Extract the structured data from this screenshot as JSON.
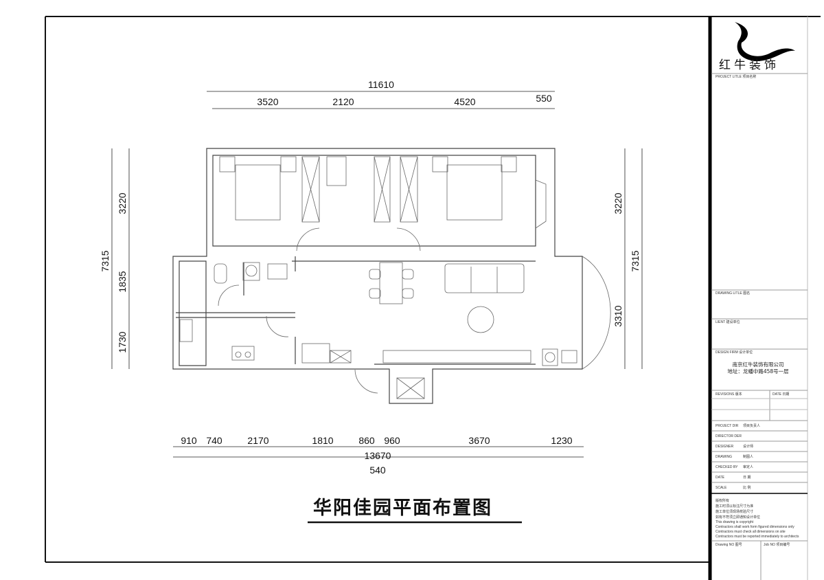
{
  "drawing_title": "华阳佳园平面布置图",
  "dimensions": {
    "top_total": "11610",
    "top": [
      "3520",
      "2120",
      "4520",
      "550"
    ],
    "left_total": "7315",
    "left": [
      "3220",
      "1835",
      "1730"
    ],
    "right_total": "7315",
    "right": [
      "3220",
      "3310"
    ],
    "bottom": [
      "910",
      "740",
      "2170",
      "1810",
      "860",
      "960",
      "3670",
      "1230"
    ],
    "bottom_total": "13670",
    "bottom_extra": "540"
  },
  "title_block": {
    "brand_name": "红牛装饰",
    "project_title": "PROJECT LITLE  项目名称",
    "drawing_title": "DRAWING LITLE  图名",
    "client": "LIENT  建设单位",
    "design_firm": "DESIGN FIRM  设计单位",
    "firm_name": "南京红牛装饰有限公司",
    "firm_address": "地址：龙蟠中路458号一层",
    "revisions": "REVISIONS  版本",
    "date_col": "DATE  日期",
    "rows": [
      {
        "label": "PROJECT DIR",
        "value": "项目负责人"
      },
      {
        "label": "DIRECTOR DER",
        "value": ""
      },
      {
        "label": "DESIGNER",
        "value": "设计师"
      },
      {
        "label": "DRAWING",
        "value": "制图人"
      },
      {
        "label": "CHECKED BY",
        "value": "审定人"
      },
      {
        "label": "DATE",
        "value": "日 期"
      },
      {
        "label": "SCALE",
        "value": "比 例"
      }
    ],
    "notes": [
      "版权所有",
      "施工时须以标注尺寸为准",
      "施工单位须现场校验尺寸",
      "如有不符须立即通知设计单位",
      "This drawing is copyright",
      "Contractors shall work form figured dimensions only",
      "Contractors must check all dimensions on site",
      "Contractors must be reported immediately to architects"
    ],
    "drawing_no": "Drawing NO  图号",
    "job_no": "Job NO  项目编号"
  }
}
